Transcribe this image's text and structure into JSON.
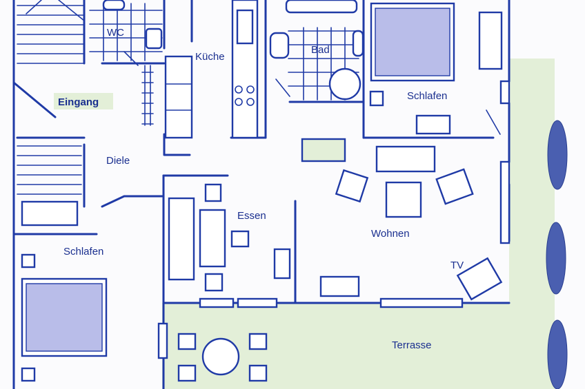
{
  "rooms": {
    "wc": "WC",
    "kueche": "Küche",
    "bad": "Bad",
    "schlafen_top": "Schlafen",
    "eingang": "Eingang",
    "diele": "Diele",
    "essen": "Essen",
    "wohnen": "Wohnen",
    "schlafen_left": "Schlafen",
    "tv": "TV",
    "terrasse": "Terrasse"
  },
  "colors": {
    "line": "#1f3aa6",
    "text": "#1a2f8f",
    "lawn": "#e3efd8",
    "bed": "#b9bde9",
    "hedge": "#4a5fb0",
    "label_highlight": "#e3efd8"
  }
}
